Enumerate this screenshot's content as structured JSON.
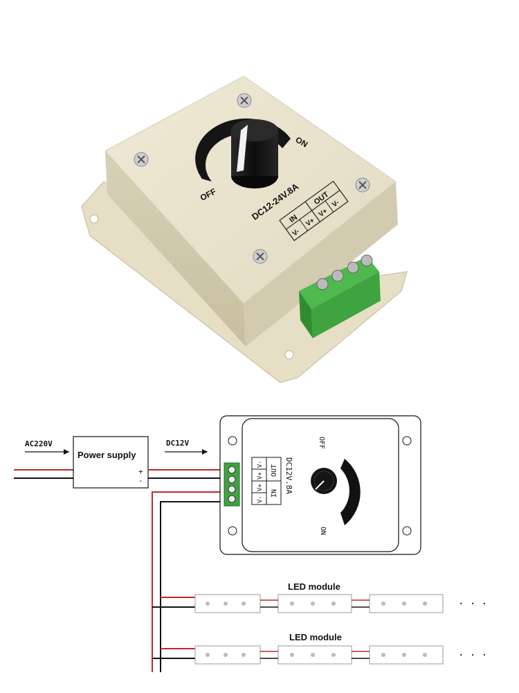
{
  "product": {
    "rating_label": "DC12-24V.8A",
    "off_label": "OFF",
    "on_label": "ON",
    "in_header": "IN",
    "out_header": "OUT",
    "terminals": [
      "V-",
      "V+",
      "V+",
      "V-"
    ]
  },
  "wiring": {
    "ac_label": "AC220V",
    "power_supply_label": "Power supply",
    "plus_label": "+",
    "minus_label": "-",
    "dc_label": "DC12V",
    "device": {
      "rating_label": "DC12V.8A",
      "off_label": "OFF",
      "on_label": "ON",
      "in_header": "IN",
      "out_header": "OUT",
      "terminals": [
        "V-",
        "V+",
        "V+",
        "V-"
      ]
    },
    "led_modules": [
      {
        "label": "LED module",
        "ellipsis": "· · ·"
      },
      {
        "label": "LED module",
        "ellipsis": "· · ·"
      }
    ]
  },
  "colors": {
    "housing": "#e8e2cc",
    "housing_shadow": "#cfc8ad",
    "knob": "#151515",
    "terminal_green": "#3fa33f",
    "wire_red": "#c0282b",
    "wire_black": "#111111"
  }
}
